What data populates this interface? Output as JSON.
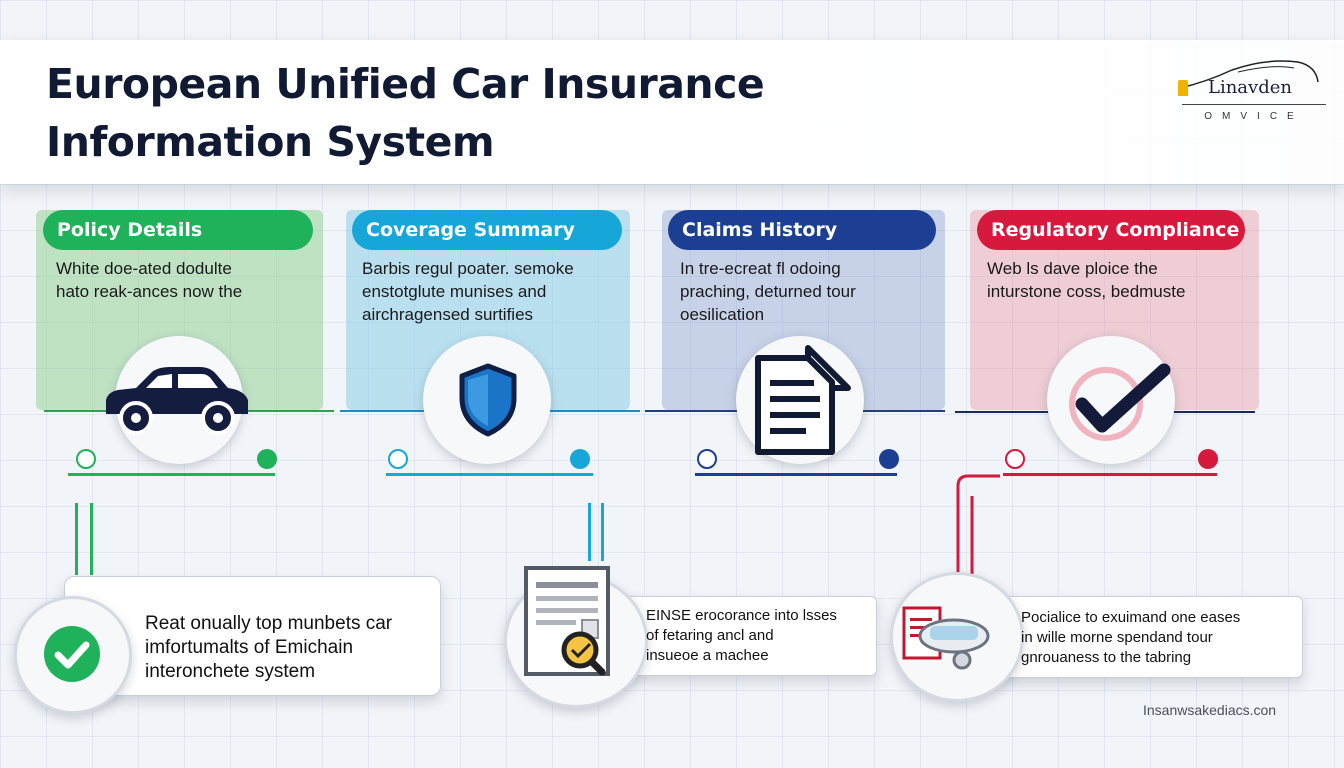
{
  "header": {
    "title_line1": "European Unified Car Insurance",
    "title_line2": "Information System",
    "logo_name": "Linavden",
    "logo_sub": "OMVICE"
  },
  "sections": [
    {
      "title": "Policy Details",
      "desc_lines": [
        "White doe-ated dodulte",
        "hato reak-ances now the"
      ],
      "icon": "car-icon",
      "color": "#1fb25a"
    },
    {
      "title": "Coverage Summary",
      "desc_lines": [
        "Barbis regul poater. semoke",
        "enstotglute munises and",
        "airchragensed surtifies"
      ],
      "icon": "shield-icon",
      "color": "#17a6d8"
    },
    {
      "title": "Claims History",
      "desc_lines": [
        "In tre-ecreat fl odoing",
        "praching, deturned tour",
        "oesilication"
      ],
      "icon": "document-icon",
      "color": "#1c3f93"
    },
    {
      "title": "Regulatory Compliance",
      "desc_lines": [
        "Web ls dave ploice the",
        "inturstone coss, bedmuste"
      ],
      "icon": "checkmark-icon",
      "color": "#d7193d"
    }
  ],
  "bottom_cards": [
    {
      "lines": [
        "Reat onually top munbets car",
        "imfortumalts of Emichain",
        "interonchete system"
      ],
      "icon": "check-badge-icon"
    },
    {
      "lines": [
        "EINSE erocorance into lsses",
        "of fetaring ancl and",
        "insueoe a machee"
      ],
      "icon": "document-magnifier-icon"
    },
    {
      "lines": [
        "Pocialice to exuimand one eases",
        "in wille morne spendand tour",
        "gnrouaness to the tabring"
      ],
      "icon": "documents-device-icon"
    }
  ],
  "footer": {
    "text": "Insanwsakediacs.con"
  },
  "colors": {
    "green": "#1fb25a",
    "cyan": "#17a6d8",
    "navy": "#1c3f93",
    "red": "#d7193d",
    "title": "#111a33"
  }
}
